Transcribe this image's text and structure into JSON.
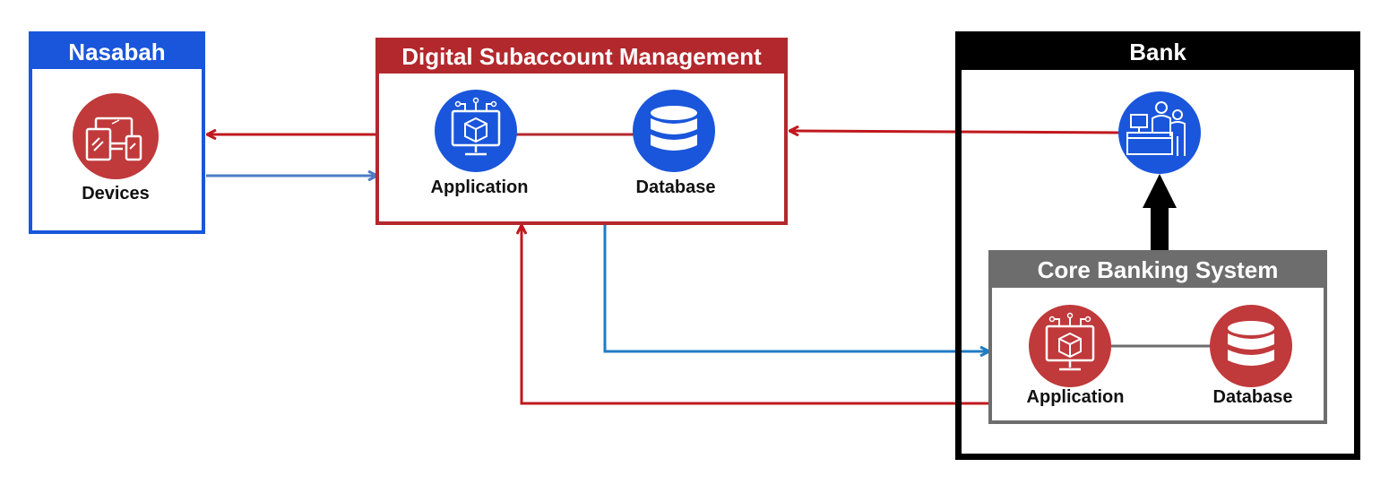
{
  "nasabah": {
    "title": "Nasabah",
    "devices_label": "Devices",
    "color": "#1a56db",
    "icon_color": "#c0393b"
  },
  "dsm": {
    "title": "Digital Subaccount Management",
    "application_label": "Application",
    "database_label": "Database",
    "color": "#b3282d",
    "icon_color": "#1a56db"
  },
  "bank": {
    "title": "Bank",
    "color": "#000000",
    "teller_icon": "bank-teller-icon"
  },
  "core_banking": {
    "title": "Core Banking System",
    "application_label": "Application",
    "database_label": "Database",
    "color": "#6d6d6d",
    "icon_color": "#c0393b"
  },
  "arrow_colors": {
    "red": "#c0181e",
    "blue_light": "#4a7cc7",
    "blue": "#1f7bc4"
  }
}
